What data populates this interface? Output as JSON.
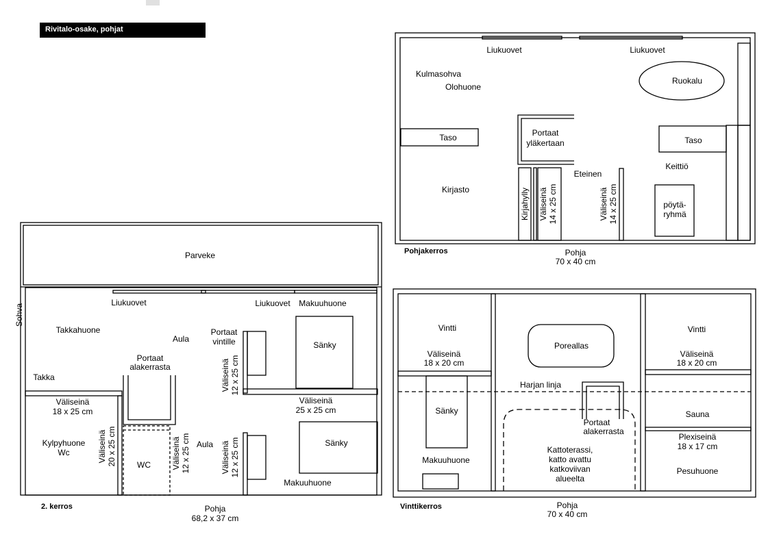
{
  "title": "Rivitalo-osake, pohjat",
  "colors": {
    "ink": "#000000",
    "paper": "#ffffff",
    "title_bg": "#000000",
    "title_fg": "#ffffff"
  },
  "floor1": {
    "caption": "Pohjakerros",
    "base_line1": "Pohja",
    "base_line2": "70 x 40 cm",
    "labels": {
      "kulmasohva": "Kulmasohva",
      "liukuovet_left": "Liukuovet",
      "liukuovet_right": "Liukuovet",
      "olohuone": "Olohuone",
      "ruokalu": "Ruokalu",
      "taso_left": "Taso",
      "portaat_line1": "Portaat",
      "portaat_line2": "yläkertaan",
      "taso_right": "Taso",
      "eteinen": "Eteinen",
      "keittio": "Keittiö",
      "kirjasto": "Kirjasto",
      "kirjahylly": "Kirjahylly",
      "valiseina_a_line1": "Väliseinä",
      "valiseina_a_line2": "14 x 25 cm",
      "valiseina_b_line1": "Väliseinä",
      "valiseina_b_line2": "14 x 25 cm",
      "poytaryhma_line1": "pöytä-",
      "poytaryhma_line2": "ryhmä"
    }
  },
  "floor2": {
    "caption": "2. kerros",
    "base_line1": "Pohja",
    "base_line2": "68,2 x 37 cm",
    "labels": {
      "parveke": "Parveke",
      "sohva": "Sohva",
      "liukuovet_left": "Liukuovet",
      "liukuovet_right": "Liukuovet",
      "makuuhuone_top": "Makuuhuone",
      "takkahuone": "Takkahuone",
      "aula_top": "Aula",
      "portaat_vintille_line1": "Portaat",
      "portaat_vintille_line2": "vintille",
      "sanky_top": "Sänky",
      "portaat_alakerrasta_line1": "Portaat",
      "portaat_alakerrasta_line2": "alakerrasta",
      "takka": "Takka",
      "valiseina_12_top_line1": "Väliseinä",
      "valiseina_12_top_line2": "12  x 25 cm",
      "valiseina_left_line1": "Väliseinä",
      "valiseina_left_line2": "18 x 25 cm",
      "valiseina_25_line1": "Väliseinä",
      "valiseina_25_line2": "25 x 25 cm",
      "valiseina_20_line1": "Väliseinä",
      "valiseina_20_line2": "20 x 25 cm",
      "kylpyhuone_line1": "Kylpyhuone",
      "kylpyhuone_line2": "Wc",
      "wc": "WC",
      "valiseina_12_mid_line1": "Väliseinä",
      "valiseina_12_mid_line2": "12 x 25 cm",
      "aula_bottom": "Aula",
      "valiseina_12_bot_line1": "Väliseinä",
      "valiseina_12_bot_line2": "12  x 25 cm",
      "sanky_bottom": "Sänky",
      "makuuhuone_bottom": "Makuuhuone"
    }
  },
  "floor3": {
    "caption": "Vinttikerros",
    "base_line1": "Pohja",
    "base_line2": "70 x 40 cm",
    "labels": {
      "vintti_left": "Vintti",
      "valiseina_left_line1": "Väliseinä",
      "valiseina_left_line2": "18 x 20 cm",
      "poreallas": "Poreallas",
      "vintti_right": "Vintti",
      "valiseina_right_line1": "Väliseinä",
      "valiseina_right_line2": "18 x 20 cm",
      "harjan_linja": "Harjan linja",
      "sanky": "Sänky",
      "portaat_line1": "Portaat",
      "portaat_line2": "alakerrasta",
      "sauna": "Sauna",
      "plexiseina_line1": "Plexiseinä",
      "plexiseina_line2": "18 x 17 cm",
      "kattoterassi_line1": "Kattoterassi,",
      "kattoterassi_line2": "katto avattu",
      "kattoterassi_line3": "katkoviivan",
      "kattoterassi_line4": "alueelta",
      "makuuhuone": "Makuuhuone",
      "pesuhuone": "Pesuhuone"
    }
  }
}
